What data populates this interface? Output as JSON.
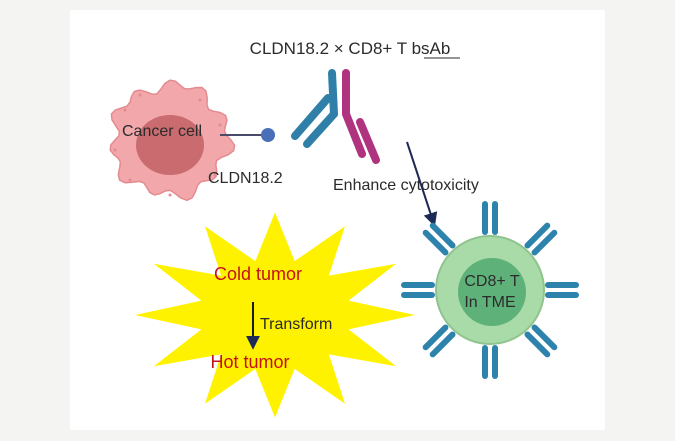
{
  "title": "CLDN18.2 × CD8+ T bsAb",
  "cancer_cell_label": "Cancer cell",
  "antigen_label": "CLDN18.2",
  "action_label": "Enhance cytotoxicity",
  "tcell_label_line1": "CD8+ T",
  "tcell_label_line2": "In TME",
  "cold_label": "Cold tumor",
  "transform_label": "Transform",
  "hot_label": "Hot tumor",
  "colors": {
    "cancer_fill": "#f2a7aa",
    "cancer_nucleus": "#c96b6f",
    "antibody_blue": "#2f7fa8",
    "antibody_magenta": "#b0337f",
    "tcell_fill": "#a9dba8",
    "tcell_nucleus": "#5fb17a",
    "receptor_blue": "#2e83ad",
    "star_yellow": "#fff200",
    "text_red": "#c4121a",
    "arrow_navy": "#1d2a55"
  }
}
